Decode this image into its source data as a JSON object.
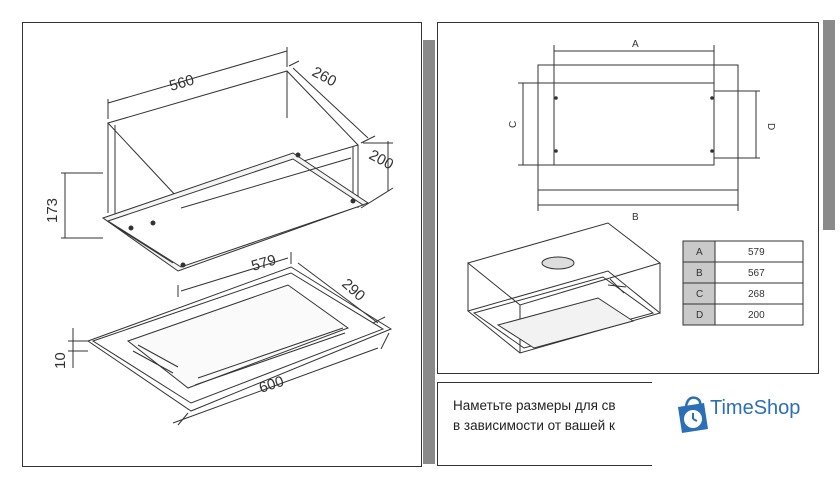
{
  "left_dimensions": {
    "d560": "560",
    "d260": "260",
    "d200": "200",
    "d173": "173",
    "d579": "579",
    "d290": "290",
    "d10": "10",
    "d600": "600"
  },
  "top_view_labels": {
    "a": "A",
    "b": "B",
    "c": "C",
    "d": "D"
  },
  "dimension_table": [
    {
      "key": "A",
      "value": "579"
    },
    {
      "key": "B",
      "value": "567"
    },
    {
      "key": "C",
      "value": "268"
    },
    {
      "key": "D",
      "value": "200"
    }
  ],
  "instruction": {
    "line1": "Наметьте размеры для св",
    "line2": "в зависимости от вашей к"
  },
  "logo": {
    "text": "TimeShop"
  }
}
